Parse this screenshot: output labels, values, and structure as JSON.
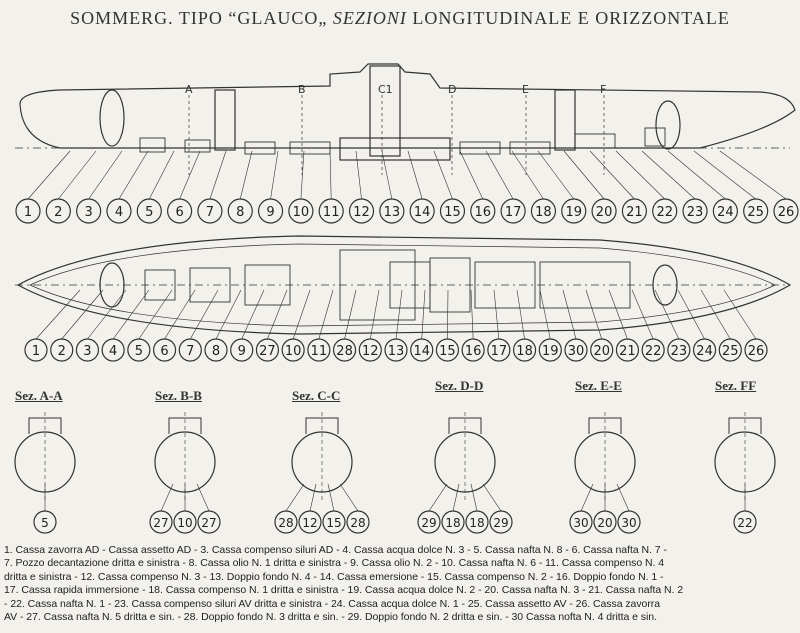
{
  "title": {
    "prefix": "SOMMERG. TIPO “GLAUCO„ ",
    "italic": "SEZIONI",
    "rest": " LONGITUDINALE E ORIZZONTALE"
  },
  "section_marks": [
    "A",
    "B",
    "C1",
    "D",
    "E",
    "F"
  ],
  "longitudinal_labels": [
    "1",
    "2",
    "3",
    "4",
    "5",
    "6",
    "7",
    "8",
    "9",
    "10",
    "11",
    "12",
    "13",
    "14",
    "15",
    "16",
    "17",
    "18",
    "19",
    "20",
    "21",
    "22",
    "23",
    "24",
    "25",
    "26"
  ],
  "horizontal_labels": [
    "1",
    "2",
    "3",
    "4",
    "5",
    "6",
    "7",
    "8",
    "9",
    "27",
    "10",
    "11",
    "28",
    "12",
    "13",
    "14",
    "15",
    "16",
    "17",
    "18",
    "19",
    "30",
    "20",
    "21",
    "22",
    "23",
    "24",
    "25",
    "26"
  ],
  "sections": [
    {
      "title": "Sez. A-A",
      "labels": [
        "5"
      ]
    },
    {
      "title": "Sez. B-B",
      "labels": [
        "27",
        "10",
        "27"
      ]
    },
    {
      "title": "Sez. C-C",
      "labels": [
        "28",
        "12",
        "15",
        "28"
      ]
    },
    {
      "title": "Sez. D-D",
      "labels": [
        "29",
        "18",
        "18",
        "29"
      ]
    },
    {
      "title": "Sez. E-E",
      "labels": [
        "30",
        "20",
        "30"
      ]
    },
    {
      "title": "Sez. FF",
      "labels": [
        "22"
      ]
    }
  ],
  "legend": [
    "1. Cassa zavorra AD - Cassa assetto AD - 3. Cassa compenso siluri AD - 4. Cassa acqua dolce N. 3 - 5. Cassa nafta N. 8 - 6. Cassa nafta N. 7 -",
    "7. Pozzo decantazione dritta e sinistra - 8. Cassa olio N. 1 dritta e sinistra - 9. Cassa olio N. 2 - 10. Cassa nafta N. 6 - 11. Cassa compenso N. 4",
    "dritta e sinistra - 12. Cassa compenso N. 3 - 13. Doppio fondo N. 4 - 14. Cassa emersione - 15. Cassa compenso N. 2 - 16. Doppio fondo N. 1 -",
    "17. Cassa rapida immersione - 18. Cassa compenso N. 1 dritta e sinistra - 19. Cassa acqua dolce N. 2 - 20. Cassa nafta N. 3 - 21. Cassa nafta N. 2",
    "- 22. Cassa nafta N. 1 - 23. Cassa compenso siluri AV dritta e sinistra - 24. Cassa acqua dolce N. 1 - 25. Cassa assetto AV - 26. Cassa zavorra",
    "AV - 27. Cassa nafta N. 5 dritta e sin. - 28. Doppio fondo N. 3 dritta e sin. - 29. Doppio fondo N. 2 dritta e sin. - 30 Cassa nofta N. 4 dritta e sin."
  ]
}
